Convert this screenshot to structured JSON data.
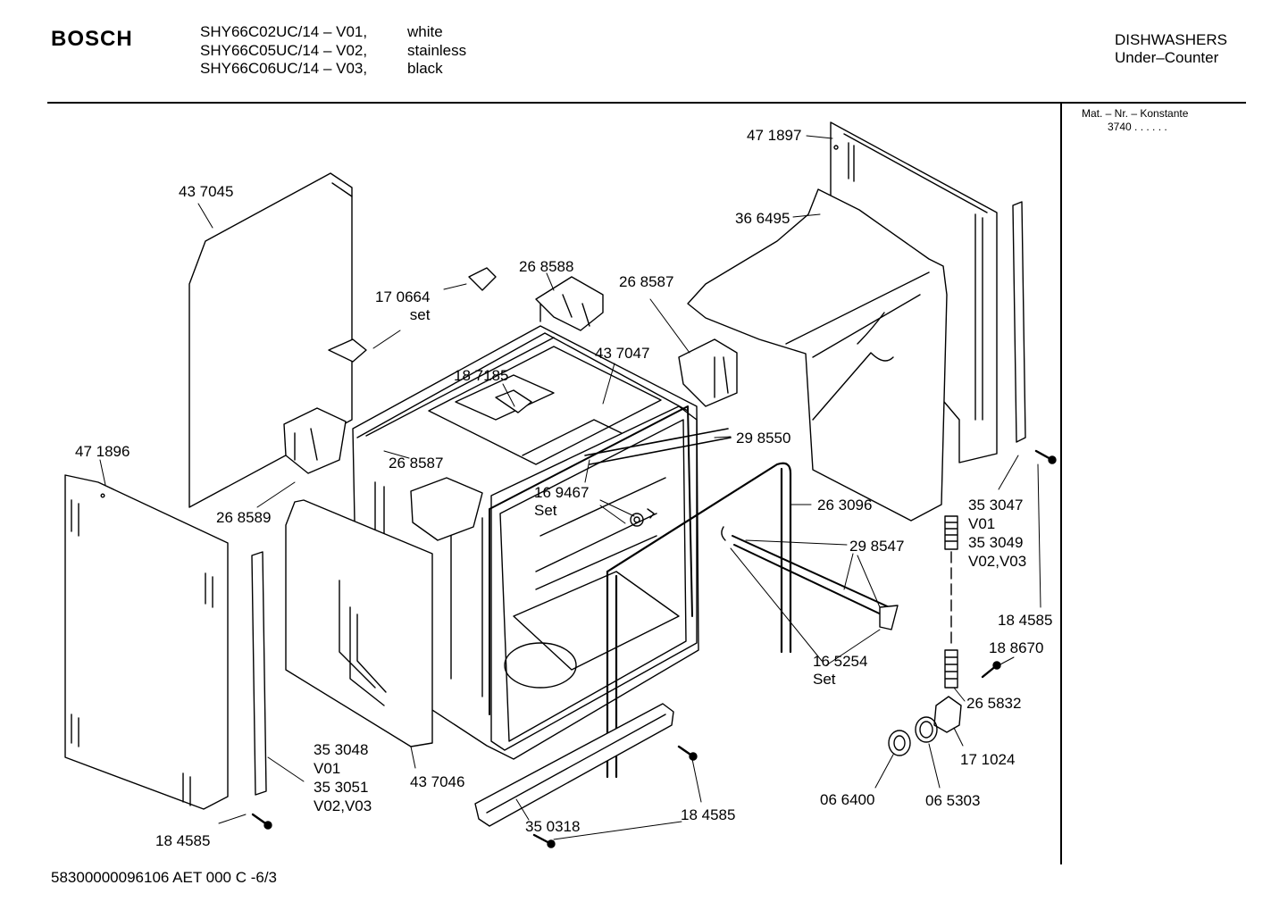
{
  "header": {
    "brand": "BOSCH",
    "models": [
      {
        "code": "SHY66C02UC/14 – V01,",
        "color": "white"
      },
      {
        "code": "SHY66C05UC/14 – V02,",
        "color": "stainless"
      },
      {
        "code": "SHY66C06UC/14 – V03,",
        "color": "black"
      }
    ],
    "category_line1": "DISHWASHERS",
    "category_line2": "Under–Counter",
    "mat_label": "Mat. – Nr. – Konstante",
    "mat_value": "3740  .  .  .  .  .  ."
  },
  "parts": [
    {
      "id": "p1",
      "lines": [
        "47 1897"
      ]
    },
    {
      "id": "p2",
      "lines": [
        "43 7045"
      ]
    },
    {
      "id": "p3",
      "lines": [
        "36 6495"
      ]
    },
    {
      "id": "p4",
      "lines": [
        "26 8588"
      ]
    },
    {
      "id": "p5",
      "lines": [
        "26 8587"
      ]
    },
    {
      "id": "p6",
      "lines": [
        "17 0664",
        "set"
      ]
    },
    {
      "id": "p7",
      "lines": [
        "43 7047"
      ]
    },
    {
      "id": "p8",
      "lines": [
        "18 7185"
      ]
    },
    {
      "id": "p9",
      "lines": [
        "47 1896"
      ]
    },
    {
      "id": "p10",
      "lines": [
        "26 8587"
      ]
    },
    {
      "id": "p11",
      "lines": [
        "29 8550"
      ]
    },
    {
      "id": "p12",
      "lines": [
        "16  9467",
        "Set"
      ]
    },
    {
      "id": "p13",
      "lines": [
        "26 3096"
      ]
    },
    {
      "id": "p14",
      "lines": [
        "26 8589"
      ]
    },
    {
      "id": "p15",
      "lines": [
        "29 8547"
      ]
    },
    {
      "id": "p16",
      "lines": [
        "35 3047",
        "V01",
        "35 3049",
        "V02,V03"
      ]
    },
    {
      "id": "p17",
      "lines": [
        "18 4585"
      ]
    },
    {
      "id": "p18",
      "lines": [
        "18 8670"
      ]
    },
    {
      "id": "p19",
      "lines": [
        "16 5254",
        "Set"
      ]
    },
    {
      "id": "p20",
      "lines": [
        "26 5832"
      ]
    },
    {
      "id": "p21",
      "lines": [
        "35 3048",
        "V01",
        "35 3051",
        "V02,V03"
      ]
    },
    {
      "id": "p22",
      "lines": [
        "43 7046"
      ]
    },
    {
      "id": "p23",
      "lines": [
        "17 1024"
      ]
    },
    {
      "id": "p24",
      "lines": [
        "18 4585"
      ]
    },
    {
      "id": "p25",
      "lines": [
        "35 0318"
      ]
    },
    {
      "id": "p26",
      "lines": [
        "06 6400"
      ]
    },
    {
      "id": "p27",
      "lines": [
        "06 5303"
      ]
    },
    {
      "id": "p28",
      "lines": [
        "18 4585"
      ]
    }
  ],
  "footer": "58300000096106 AET 000 C -6/3"
}
